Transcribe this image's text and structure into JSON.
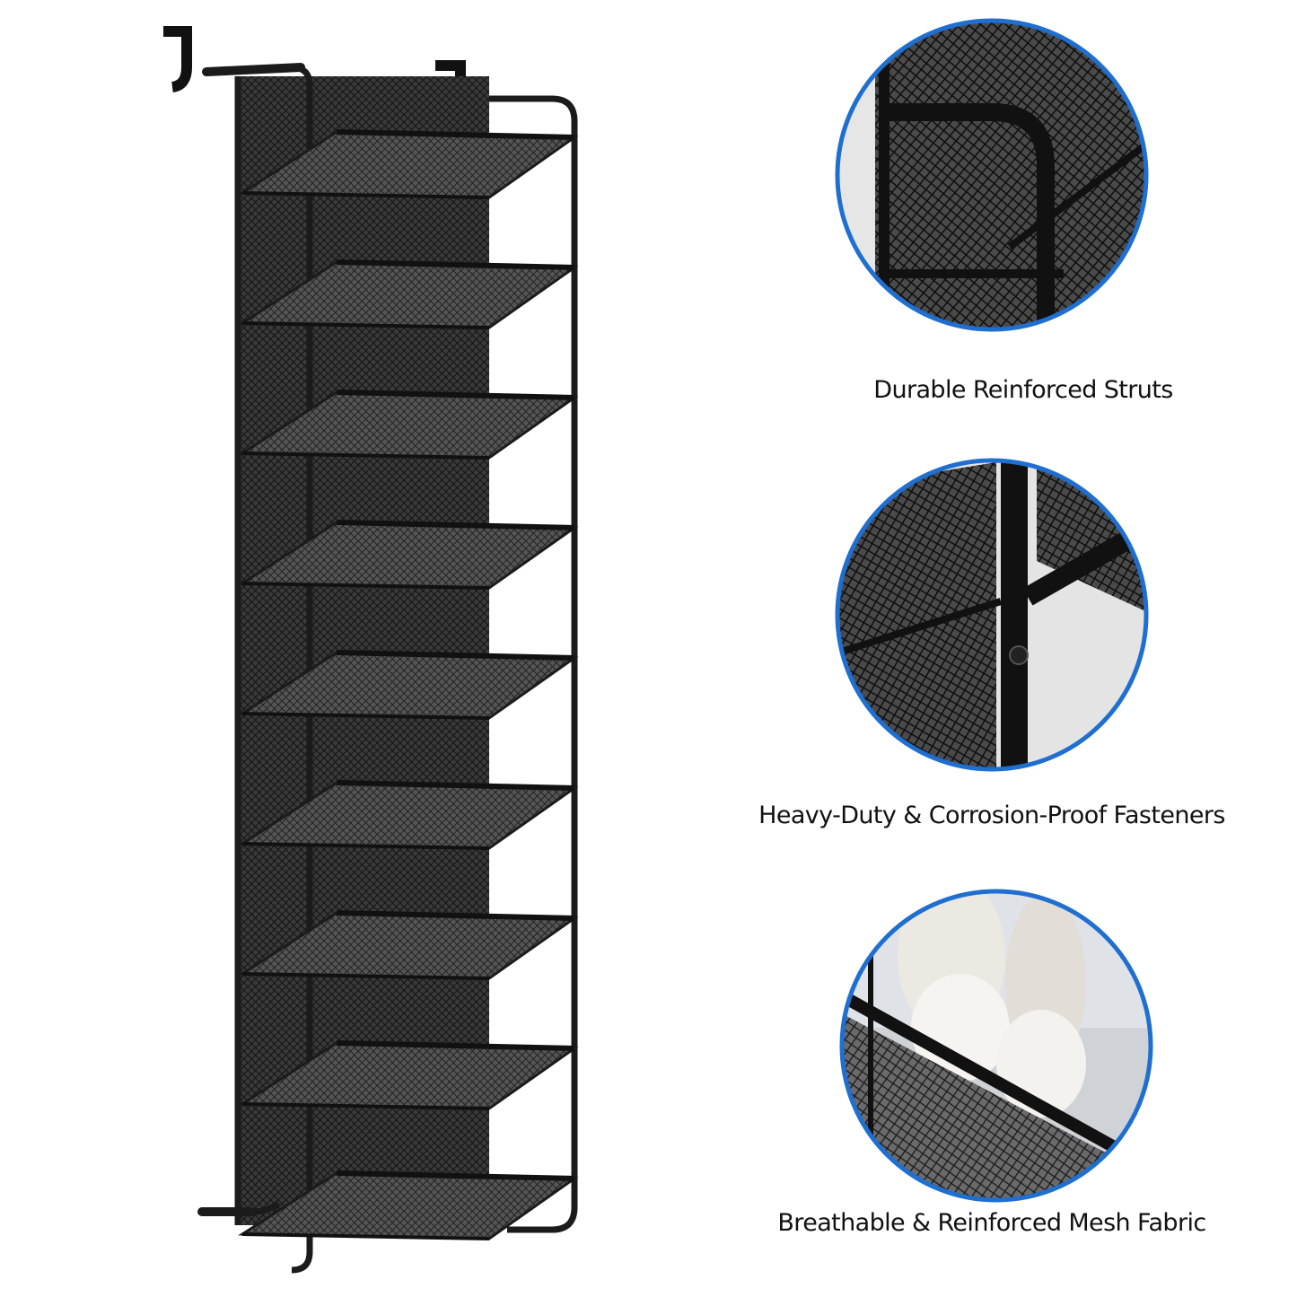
{
  "colors": {
    "background": "#ffffff",
    "frame": "#1b1b1b",
    "mesh": "#2a2a2a",
    "circle_border": "#1f6fd1",
    "caption_text": "#111111"
  },
  "product": {
    "name_icon": "over-door-mesh-shoe-rack",
    "shelf_count": 9
  },
  "features": [
    {
      "icon": "reinforced-struts-closeup",
      "caption": "Durable Reinforced Struts"
    },
    {
      "icon": "fastener-closeup",
      "caption": "Heavy-Duty & Corrosion-Proof Fasteners"
    },
    {
      "icon": "mesh-fabric-with-shoes-closeup",
      "caption": "Breathable & Reinforced Mesh Fabric"
    }
  ]
}
